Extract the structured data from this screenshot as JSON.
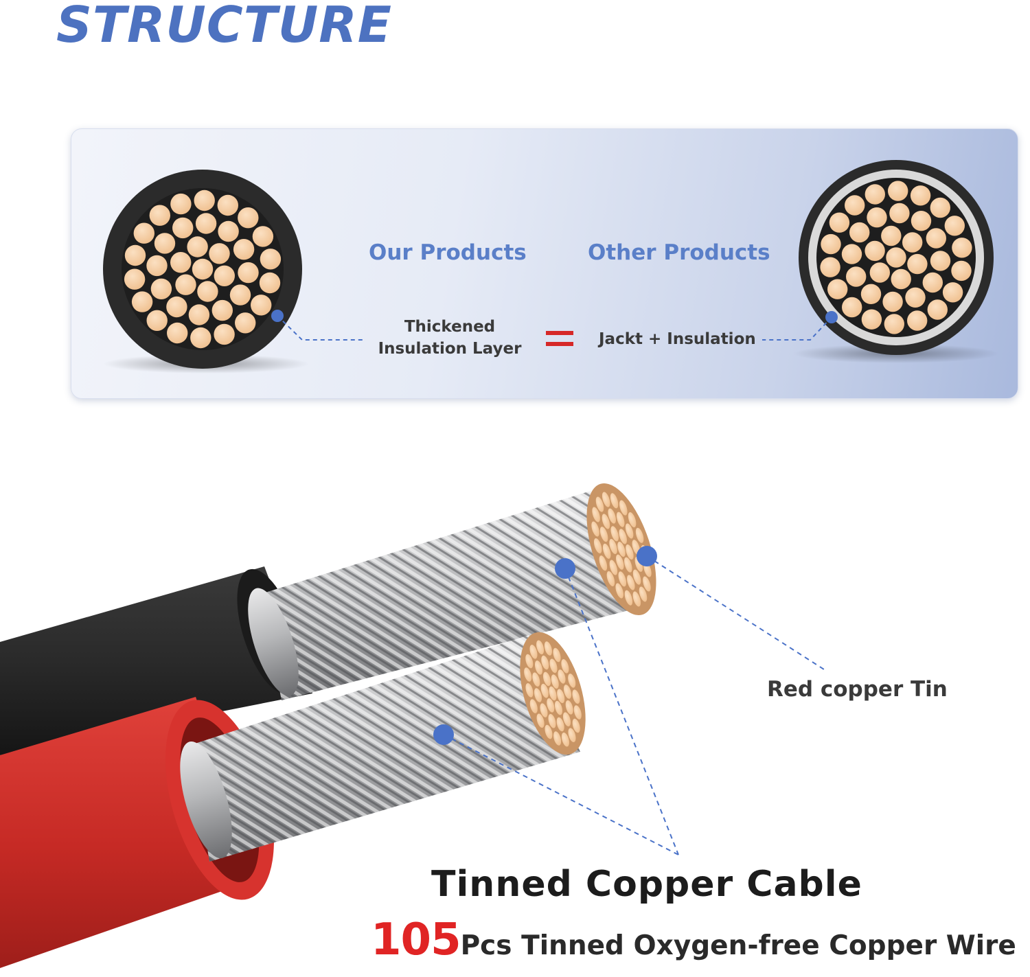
{
  "header": {
    "title": "STRUCTURE"
  },
  "comparison": {
    "ours_heading": "Our Products",
    "others_heading": "Other Products",
    "ours_note_lines": [
      "Thickened",
      "Insulation Layer"
    ],
    "others_note": "Jackt + Insulation"
  },
  "cable": {
    "callout_label": "Red copper Tin",
    "title": "Tinned Copper Cable",
    "strand_count": "105",
    "strand_description": "Pcs Tinned Oxygen-free Copper Wire"
  },
  "colors": {
    "title_blue": "#4d72c0",
    "heading_blue": "#5a7fc8",
    "marker_blue": "#4a72c8",
    "highlight_red": "#e02424",
    "copper": "#f2c9a0",
    "jacket_black": "#2a2a2a",
    "jacket_red": "#d8302c"
  },
  "icons": [
    "cable-cross-section-icon",
    "equals-icon",
    "callout-dot-icon"
  ]
}
